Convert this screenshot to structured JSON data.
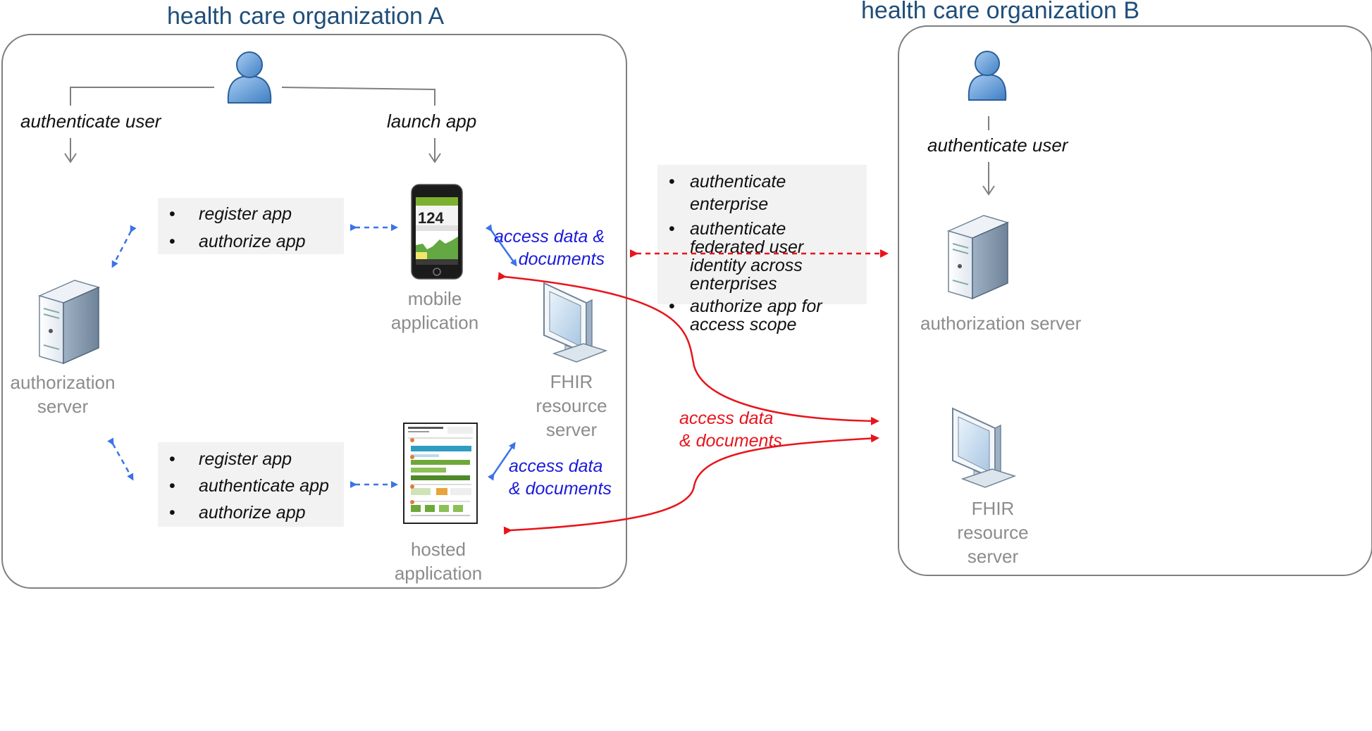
{
  "org_a": {
    "title": "health care organization A",
    "authenticate_user": "authenticate user",
    "launch_app": "launch app",
    "auth_server_label": "authorization server",
    "mobile_panel": [
      "register app",
      "authorize app"
    ],
    "hosted_panel": [
      "register app",
      "authenticate app",
      "authorize app"
    ],
    "mobile_app_label": "mobile application",
    "hosted_app_label": "hosted application",
    "fhir_label": "FHIR resource server",
    "access_top": "access data & documents",
    "access_bottom": "access data & documents",
    "phone_reading": "124"
  },
  "org_b": {
    "title": "health care organization B",
    "authenticate_user": "authenticate user",
    "auth_server_label": "authorization server",
    "fhir_label": "FHIR resource server"
  },
  "federation_panel": [
    "authenticate enterprise",
    "authenticate federated user identity across enterprises",
    "authorize app for access scope"
  ],
  "cross_access": "access data & documents",
  "colors": {
    "title": "#1f4e79",
    "blue": "#3b73e8",
    "red": "#e8141b",
    "gray_label": "#8c8c8c"
  }
}
